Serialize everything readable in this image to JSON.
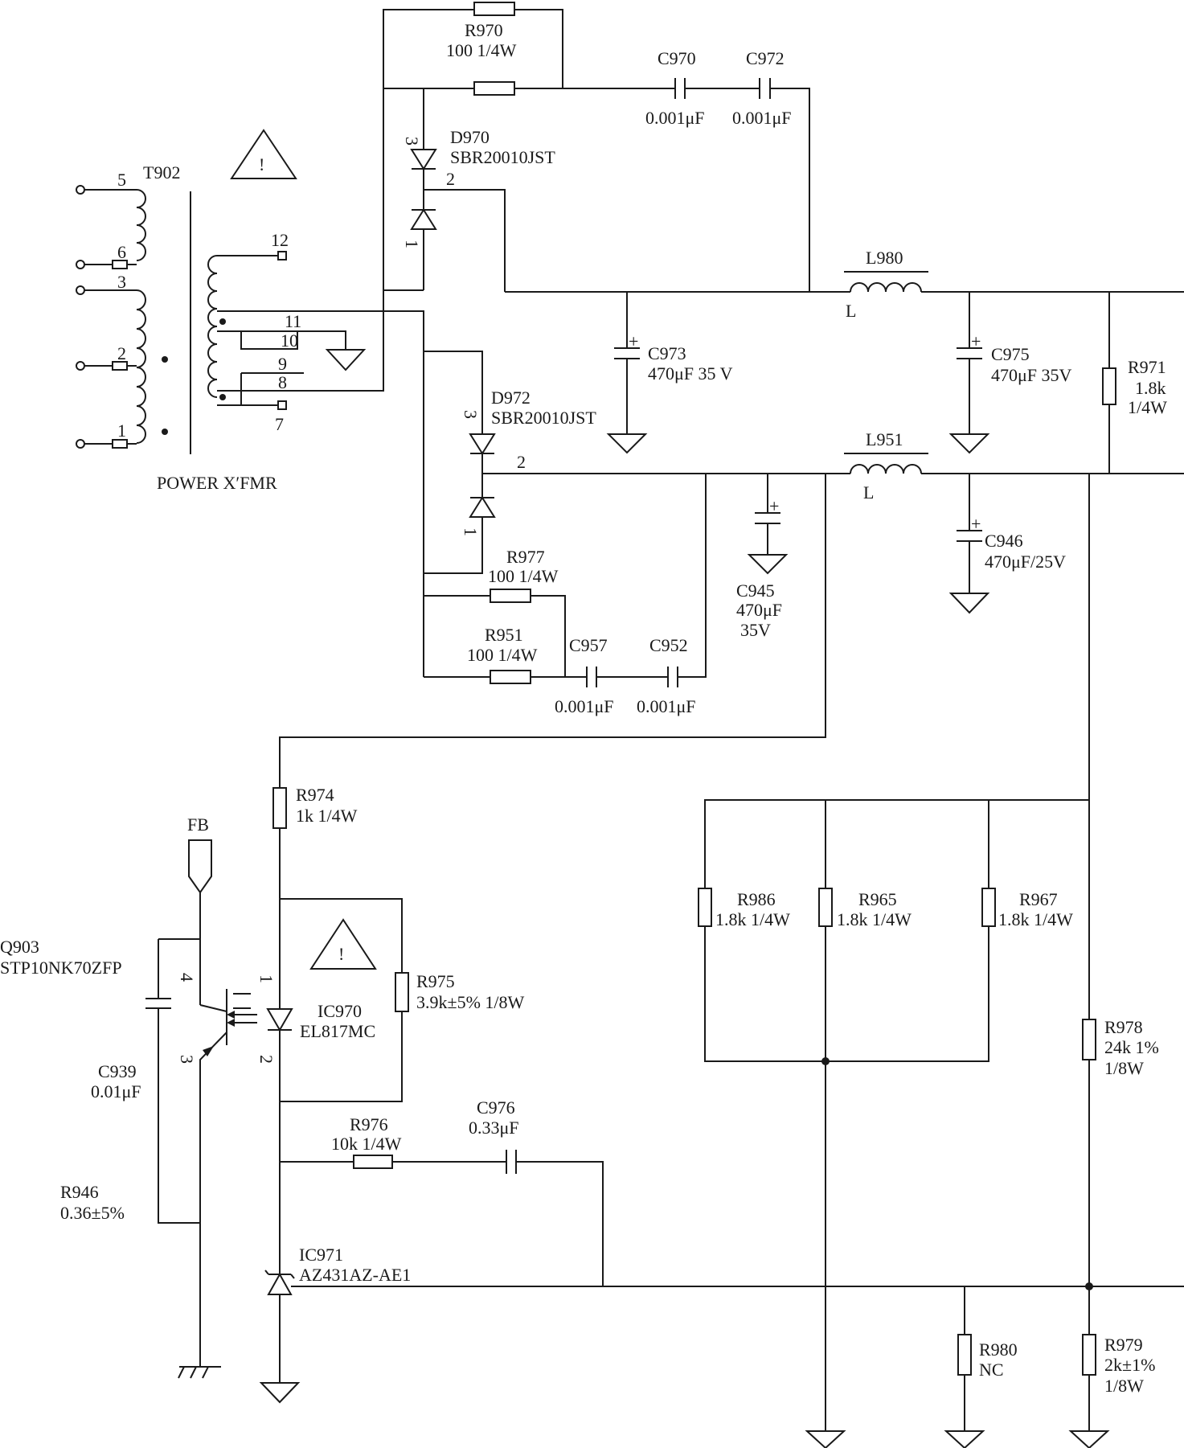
{
  "transformer": {
    "ref": "T902",
    "title": "POWER X′FMR",
    "pins": [
      "5",
      "6",
      "3",
      "2",
      "1",
      "12",
      "11",
      "10",
      "9",
      "8",
      "7"
    ]
  },
  "diodes": [
    {
      "ref": "D970",
      "part": "SBR20010JST",
      "pin3": "3",
      "pin2": "2",
      "pin1": "1"
    },
    {
      "ref": "D972",
      "part": "SBR20010JST",
      "pin3": "3",
      "pin2": "2",
      "pin1": "1"
    }
  ],
  "resistors": [
    {
      "ref": "R970",
      "value": "100 1/4W"
    },
    {
      "ref": "R977",
      "value": "100 1/4W"
    },
    {
      "ref": "R951",
      "value": "100 1/4W"
    },
    {
      "ref": "R971",
      "value": "1.8k",
      "value2": "1/4W"
    },
    {
      "ref": "R974",
      "value": "1k 1/4W"
    },
    {
      "ref": "R975",
      "value": "3.9k±5% 1/8W"
    },
    {
      "ref": "R976",
      "value": "10k 1/4W"
    },
    {
      "ref": "R986",
      "value": "1.8k 1/4W"
    },
    {
      "ref": "R965",
      "value": "1.8k 1/4W"
    },
    {
      "ref": "R967",
      "value": "1.8k 1/4W"
    },
    {
      "ref": "R978",
      "value": "24k 1%",
      "value2": "1/8W"
    },
    {
      "ref": "R980",
      "value": "NC"
    },
    {
      "ref": "R979",
      "value": "2k±1%",
      "value2": "1/8W"
    },
    {
      "ref": "R946",
      "value": "0.36±5%"
    }
  ],
  "capacitors": [
    {
      "ref": "C970",
      "value": "0.001μF"
    },
    {
      "ref": "C972",
      "value": "0.001μF"
    },
    {
      "ref": "C973",
      "value": "470μF 35 V"
    },
    {
      "ref": "C975",
      "value": "470μF 35V"
    },
    {
      "ref": "C945",
      "value": "470μF",
      "value2": "35V"
    },
    {
      "ref": "C946",
      "value": "470μF/25V"
    },
    {
      "ref": "C957",
      "value": "0.001μF"
    },
    {
      "ref": "C952",
      "value": "0.001μF"
    },
    {
      "ref": "C939",
      "value": "0.01μF"
    },
    {
      "ref": "C976",
      "value": "0.33μF"
    }
  ],
  "inductors": [
    {
      "ref": "L980",
      "mark": "L"
    },
    {
      "ref": "L951",
      "mark": "L"
    }
  ],
  "opto": {
    "ref": "IC970",
    "part": "EL817MC",
    "pin1": "1",
    "pin2": "2",
    "pin3": "3",
    "pin4": "4"
  },
  "transistor": {
    "ref": "Q903",
    "part": "STP10NK70ZFP"
  },
  "regulator": {
    "ref": "IC971",
    "part": "AZ431AZ-AE1"
  },
  "net_labels": {
    "fb": "FB"
  },
  "symbols": {
    "plus": "+",
    "warning": "!"
  }
}
